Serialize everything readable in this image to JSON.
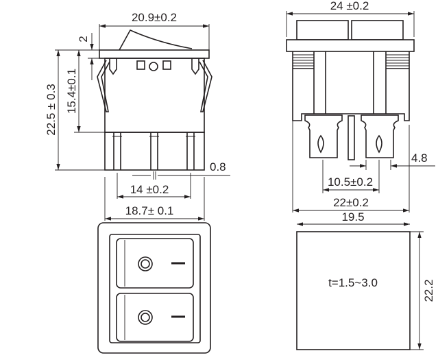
{
  "side_view": {
    "width_dim": "20.9±0.2",
    "rocker_height_dim": "2",
    "total_height_dim": "22.5 ± 0.3",
    "body_height_dim": "15.4±0.1",
    "pin_thickness_dim": "0.8",
    "pin_pitch_dim": "14 ±0.2",
    "body_width_dim": "18.7± 0.1"
  },
  "end_view": {
    "width_dim": "24 ±0.2",
    "terminal_width_dim": "4.8",
    "terminal_pitch_dim": "10.5±0.2",
    "body_width_dim": "22±0.2"
  },
  "panel_cutout": {
    "width_dim": "19.5",
    "height_dim": "22.2",
    "thickness_note": "t=1.5~3.0"
  }
}
